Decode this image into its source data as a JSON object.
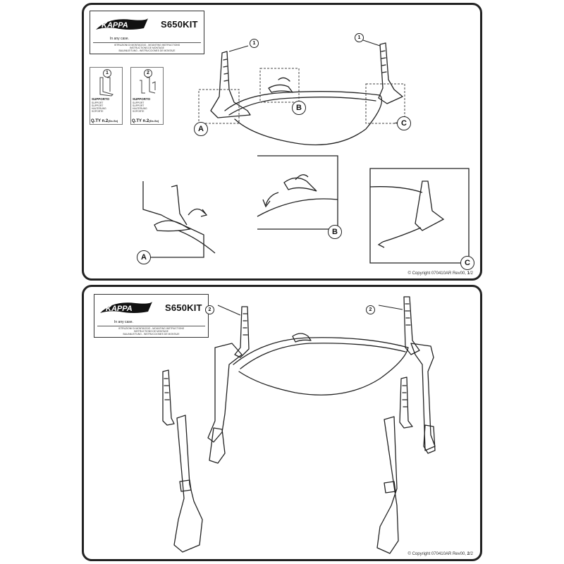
{
  "sheet1": {
    "logo_text": "KAPPA",
    "kit_code": "S650KIT",
    "note": "In any case.",
    "instruction_lines": [
      "ISTRUZIONI DI MONTAGGIO - MOUNTING INSTRUCTIONS",
      "INSTRUCTIONS DE MONTAGE",
      "BAUANLEITUNG - INSTRUCCIONES DE MONTAJE"
    ],
    "legend": [
      {
        "number": "1",
        "name": "SUPPORTO",
        "langs": [
          "SUPPORT",
          "SUPPORT",
          "HALTERUNG",
          "SOPORTE"
        ],
        "qty_label": "Q.TY n.2",
        "qty_note": "(Dx-Sx)"
      },
      {
        "number": "2",
        "name": "SUPPORTO",
        "langs": [
          "SUPPORT",
          "SUPPORT",
          "HALTERUNG",
          "SOPORTE"
        ],
        "qty_label": "Q.TY n.2",
        "qty_note": "(Dx-Sx)"
      }
    ],
    "part_numbers": [
      "1",
      "1"
    ],
    "callouts": [
      "A",
      "B",
      "C"
    ],
    "detail_callouts": [
      "A",
      "B",
      "C"
    ],
    "copyright_prefix": "© Copyright 070410AR Rev00, ",
    "page": "1",
    "page_total": "/2"
  },
  "sheet2": {
    "logo_text": "KAPPA",
    "kit_code": "S650KIT",
    "note": "In any case.",
    "instruction_lines": [
      "ISTRUZIONI DI MONTAGGIO - MOUNTING INSTRUCTIONS",
      "INSTRUCTIONS DE MONTAGE",
      "BAUANLEITUNG - INSTRUCCIONES DE MONTAJE"
    ],
    "part_numbers": [
      "2",
      "2"
    ],
    "copyright_prefix": "© Copyright 070410AR Rev00, ",
    "page": "2",
    "page_total": "/2"
  },
  "colors": {
    "line": "#222222",
    "dashed_box": "#444444",
    "panel_border": "#222222"
  },
  "icons": [
    "kappa-logo",
    "curved-arrow",
    "mounting-bracket",
    "strap"
  ]
}
